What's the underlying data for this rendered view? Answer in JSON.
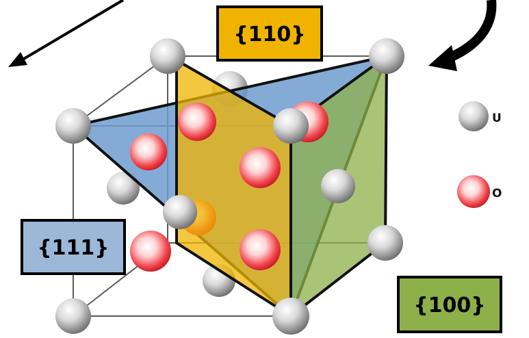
{
  "labels": {
    "plane_110": "{110}",
    "plane_111": "{111}",
    "plane_100": "{100}"
  },
  "legend": {
    "u_label": "U",
    "o_label": "O"
  },
  "colors": {
    "plane_110": "#f0b400",
    "plane_111": "#6f9ccf",
    "plane_100": "#8db04a",
    "u_atom": "#b8b8b8",
    "o_atom": "#e8262c",
    "cube_edge": "#555555"
  }
}
